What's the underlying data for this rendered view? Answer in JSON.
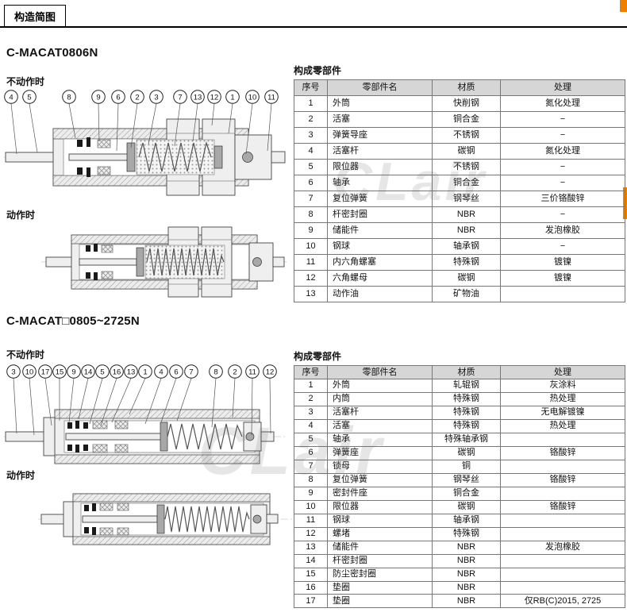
{
  "page": {
    "header_title": "构造简图",
    "watermark": "CLair",
    "accent_color": "#ee7f00"
  },
  "section1": {
    "model": "C-MACAT0806N",
    "state_labels": {
      "inactive": "不动作时",
      "active": "动作时"
    },
    "callouts": [
      "4",
      "5",
      "8",
      "9",
      "6",
      "2",
      "3",
      "7",
      "13",
      "12",
      "1",
      "10",
      "11"
    ],
    "table": {
      "title": "构成零部件",
      "headers": [
        "序号",
        "零部件名",
        "材质",
        "处理"
      ],
      "rows": [
        [
          "1",
          "外筒",
          "快削钢",
          "氮化处理"
        ],
        [
          "2",
          "活塞",
          "铜合金",
          "−"
        ],
        [
          "3",
          "弹簧导座",
          "不锈钢",
          "−"
        ],
        [
          "4",
          "活塞杆",
          "碳钢",
          "氮化处理"
        ],
        [
          "5",
          "限位器",
          "不锈钢",
          "−"
        ],
        [
          "6",
          "轴承",
          "铜合金",
          "−"
        ],
        [
          "7",
          "复位弹簧",
          "钢琴丝",
          "三价铬酸锌"
        ],
        [
          "8",
          "杆密封圈",
          "NBR",
          "−"
        ],
        [
          "9",
          "储能件",
          "NBR",
          "发泡橡胶"
        ],
        [
          "10",
          "钢球",
          "轴承钢",
          "−"
        ],
        [
          "11",
          "内六角螺塞",
          "特殊钢",
          "镀镍"
        ],
        [
          "12",
          "六角螺母",
          "碳钢",
          "镀镍"
        ],
        [
          "13",
          "动作油",
          "矿物油",
          ""
        ]
      ]
    }
  },
  "section2": {
    "model": "C-MACAT□0805~2725N",
    "state_labels": {
      "inactive": "不动作时",
      "active": "动作时"
    },
    "callouts": [
      "3",
      "10",
      "17",
      "15",
      "9",
      "14",
      "5",
      "16",
      "13",
      "1",
      "4",
      "6",
      "7",
      "8",
      "2",
      "11",
      "12"
    ],
    "table": {
      "title": "构成零部件",
      "headers": [
        "序号",
        "零部件名",
        "材质",
        "处理"
      ],
      "rows": [
        [
          "1",
          "外筒",
          "轧辊钢",
          "灰涂料"
        ],
        [
          "2",
          "内筒",
          "特殊钢",
          "热处理"
        ],
        [
          "3",
          "活塞杆",
          "特殊钢",
          "无电解镀镍"
        ],
        [
          "4",
          "活塞",
          "特殊钢",
          "热处理"
        ],
        [
          "5",
          "轴承",
          "特殊轴承钢",
          ""
        ],
        [
          "6",
          "弹簧座",
          "碳钢",
          "铬酸锌"
        ],
        [
          "7",
          "锁母",
          "铜",
          ""
        ],
        [
          "8",
          "复位弹簧",
          "钢琴丝",
          "铬酸锌"
        ],
        [
          "9",
          "密封件座",
          "铜合金",
          ""
        ],
        [
          "10",
          "限位器",
          "碳钢",
          "铬酸锌"
        ],
        [
          "11",
          "钢球",
          "轴承钢",
          ""
        ],
        [
          "12",
          "螺堵",
          "特殊钢",
          ""
        ],
        [
          "13",
          "储能件",
          "NBR",
          "发泡橡胶"
        ],
        [
          "14",
          "杆密封圈",
          "NBR",
          ""
        ],
        [
          "15",
          "防尘密封圈",
          "NBR",
          ""
        ],
        [
          "16",
          "垫圈",
          "NBR",
          ""
        ],
        [
          "17",
          "垫圈",
          "NBR",
          "仅RB(C)2015, 2725"
        ]
      ]
    }
  }
}
